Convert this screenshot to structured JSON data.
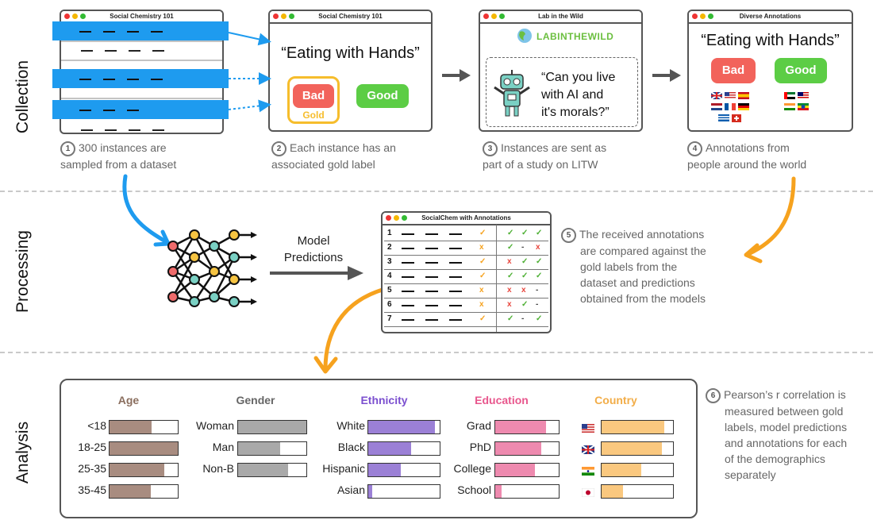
{
  "sections": {
    "collection": "Collection",
    "processing": "Processing",
    "analysis": "Analysis"
  },
  "colors": {
    "blue": "#1e9bef",
    "orange": "#f6a21e",
    "bad": "#f2635b",
    "good": "#5ccd45",
    "gold_border": "#f6bd2c"
  },
  "step1": {
    "num": "1",
    "window_title": "Social Chemistry 101",
    "caption_l1": "300 instances are",
    "caption_l2": "sampled from a dataset"
  },
  "step2": {
    "num": "2",
    "window_title": "Social Chemistry 101",
    "quote": "“Eating with Hands”",
    "bad": "Bad",
    "good": "Good",
    "gold": "Gold",
    "caption_l1": "Each instance has an",
    "caption_l2": "associated gold label"
  },
  "step3": {
    "num": "3",
    "window_title": "Lab in the Wild",
    "logo": "LABINTHEWILD",
    "quote_l1": "“Can you live",
    "quote_l2": "with AI and",
    "quote_l3": "it's morals?”",
    "caption_l1": "Instances are sent as",
    "caption_l2": "part of a study on LITW"
  },
  "step4": {
    "num": "4",
    "window_title": "Diverse Annotations",
    "quote": "“Eating with Hands”",
    "bad": "Bad",
    "good": "Good",
    "caption_l1": "Annotations from",
    "caption_l2": "people around the world"
  },
  "processing": {
    "model_l1": "Model",
    "model_l2": "Predictions",
    "table_title": "SocialChem with Annotations",
    "rows": [
      {
        "n": "1",
        "gold": "✓",
        "a": "✓",
        "b": "✓",
        "c": "✓"
      },
      {
        "n": "2",
        "gold": "x",
        "a": "✓",
        "b": "-",
        "c": "x"
      },
      {
        "n": "3",
        "gold": "✓",
        "a": "x",
        "b": "✓",
        "c": "✓"
      },
      {
        "n": "4",
        "gold": "✓",
        "a": "✓",
        "b": "✓",
        "c": "✓"
      },
      {
        "n": "5",
        "gold": "x",
        "a": "x",
        "b": "x",
        "c": "-"
      },
      {
        "n": "6",
        "gold": "x",
        "a": "x",
        "b": "✓",
        "c": "-"
      },
      {
        "n": "7",
        "gold": "✓",
        "a": "✓",
        "b": "-",
        "c": "✓"
      }
    ]
  },
  "step5": {
    "num": "5",
    "l1": "The received annotations",
    "l2": "are compared against the",
    "l3": "gold labels from the",
    "l4": "dataset and predictions",
    "l5": "obtained from the models"
  },
  "step6": {
    "num": "6",
    "l1": "Pearson’s r correlation is",
    "l2": "measured between gold",
    "l3": "labels, model predictions",
    "l4": "and annotations for each",
    "l5": "of the demographics",
    "l6": "separately"
  },
  "analysis": {
    "age": {
      "title": "Age",
      "color": "#8b6f5f",
      "fill": "#a88c80",
      "items": [
        {
          "label": "<18",
          "value": 0.62
        },
        {
          "label": "18-25",
          "value": 1.0
        },
        {
          "label": "25-35",
          "value": 0.8
        },
        {
          "label": "35-45",
          "value": 0.6
        }
      ]
    },
    "gender": {
      "title": "Gender",
      "color": "#666666",
      "fill": "#a9a9a9",
      "items": [
        {
          "label": "Woman",
          "value": 1.0
        },
        {
          "label": "Man",
          "value": 0.62
        },
        {
          "label": "Non-B",
          "value": 0.73
        }
      ]
    },
    "ethnicity": {
      "title": "Ethnicity",
      "color": "#7b4fcf",
      "fill": "#9b80d6",
      "items": [
        {
          "label": "White",
          "value": 0.93
        },
        {
          "label": "Black",
          "value": 0.6
        },
        {
          "label": "Hispanic",
          "value": 0.45
        },
        {
          "label": "Asian",
          "value": 0.06
        }
      ]
    },
    "education": {
      "title": "Education",
      "color": "#e8578d",
      "fill": "#ee8aaf",
      "items": [
        {
          "label": "Grad",
          "value": 0.8
        },
        {
          "label": "PhD",
          "value": 0.73
        },
        {
          "label": "College",
          "value": 0.62
        },
        {
          "label": "School",
          "value": 0.1
        }
      ]
    },
    "country": {
      "title": "Country",
      "color": "#f2ad48",
      "fill": "#fac87f",
      "items": [
        {
          "flag": "us-flag",
          "value": 0.88
        },
        {
          "flag": "uk-flag",
          "value": 0.84
        },
        {
          "flag": "in-flag",
          "value": 0.56
        },
        {
          "flag": "jp-flag",
          "value": 0.3
        }
      ]
    }
  }
}
